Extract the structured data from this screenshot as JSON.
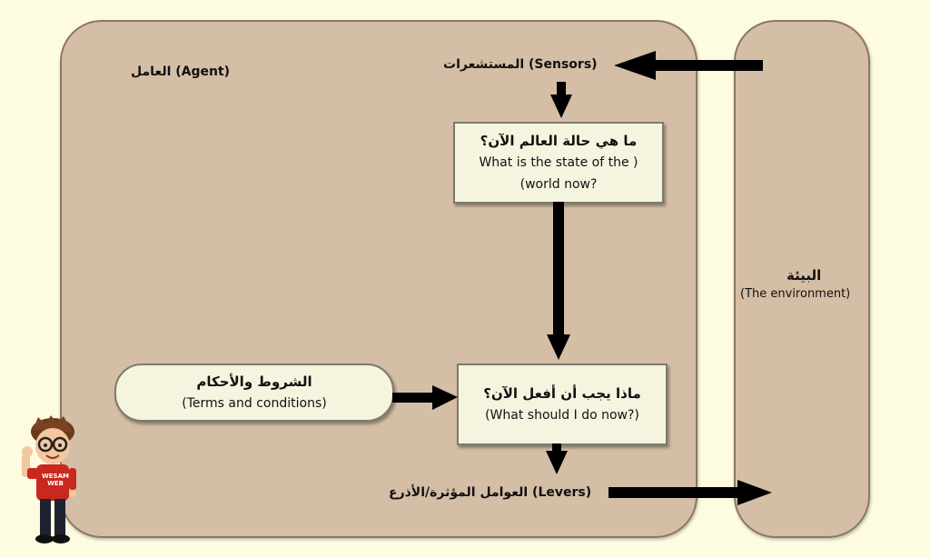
{
  "agent": {
    "label": "العامل (Agent)"
  },
  "environment": {
    "label_ar": "البيئة",
    "label_en": "(The environment)"
  },
  "sensors": {
    "label": "المستشعرات (Sensors)"
  },
  "state_box": {
    "line_ar": "ما هي حالة العالم الآن؟",
    "line_en_1": "What is the state of the )",
    "line_en_2": "(world now?"
  },
  "terms_box": {
    "line_ar": "الشروط والأحكام",
    "line_en": "(Terms and conditions)"
  },
  "action_box": {
    "line_ar": "ماذا يجب أن أفعل الآن؟",
    "line_en": "(What should I do now?)"
  },
  "levers": {
    "label": "العوامل المؤثرة/الأذرع (Levers)"
  },
  "mascot": {
    "badge": "WESAM WEB"
  },
  "colors": {
    "background": "#fdfbe0",
    "panel": "#d5bea6",
    "box": "#f5f4df",
    "arrow": "#000000"
  }
}
